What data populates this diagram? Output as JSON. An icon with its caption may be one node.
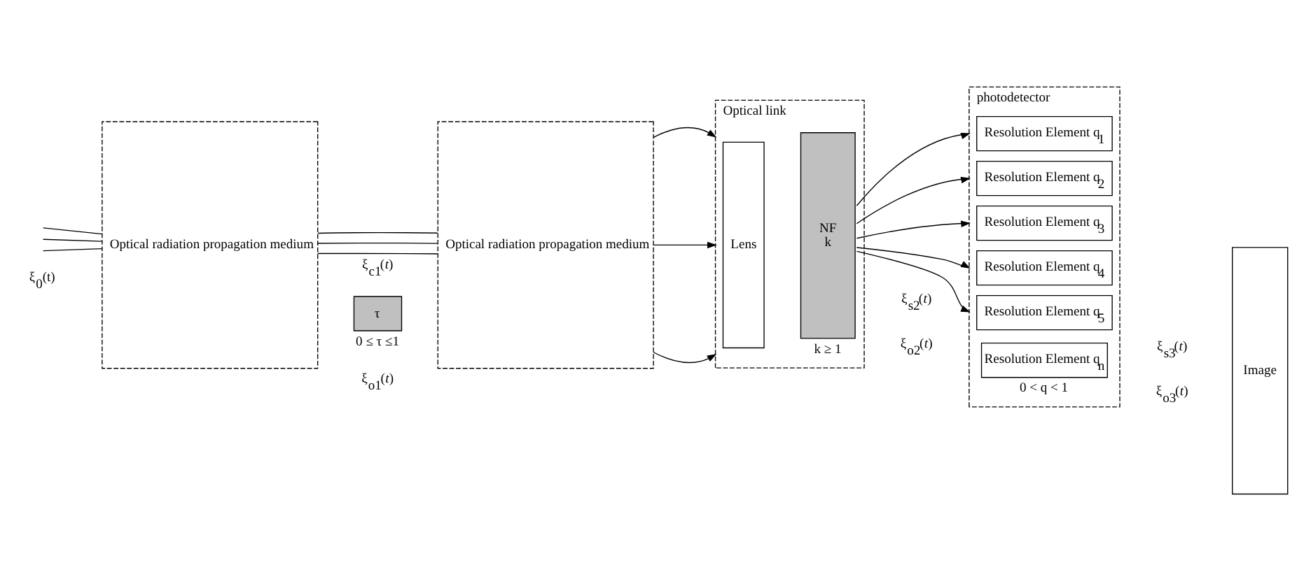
{
  "diagram": {
    "nodes": [
      {
        "text": [
          "Optical radiation propagation medium"
        ]
      },
      {
        "text": [
          "τ"
        ],
        "beside": [
          "0 ≤ τ ≤1"
        ]
      },
      {
        "text": [
          "Optical radiation propagation medium"
        ]
      },
      {
        "text": [
          "Optical link"
        ]
      },
      {
        "text": [
          "Lens"
        ],
        "in": 3
      },
      {
        "text": [
          "NF",
          "k"
        ],
        "in": 3,
        "beside": [
          "k ≥ 1"
        ]
      },
      {
        "text": [
          "photodetector"
        ]
      },
      {
        "text": [
          "Resolution Element q$_{1}$"
        ],
        "in": 6
      },
      {
        "text": [
          "Resolution Element q$_{2}$"
        ],
        "in": 6
      },
      {
        "text": [
          "Resolution Element q$_{3}$"
        ],
        "in": 6
      },
      {
        "text": [
          "Resolution Element q$_{4}$"
        ],
        "in": 6
      },
      {
        "text": [
          "Resolution Element q$_{5}$"
        ],
        "in": 6
      },
      {
        "text": [
          "Resolution Element q$_{n}$"
        ],
        "in": 6,
        "beside": [
          "0 < q < 1"
        ]
      },
      {
        "text": [
          "Image"
        ]
      }
    ],
    "edges": [
      {
        "from": null,
        "to": 0,
        "arrow": "none"
      },
      {
        "from": null,
        "to": 0,
        "arrow": "none"
      },
      {
        "from": null,
        "to": 0,
        "arrow": "none"
      },
      {
        "from": 0,
        "to": 2,
        "arrow": "none"
      },
      {
        "from": 0,
        "to": 2,
        "arrow": "none"
      },
      {
        "from": 0,
        "to": 2,
        "arrow": "none"
      },
      {
        "from": 2,
        "to": 3,
        "arrow": "to"
      },
      {
        "from": 2,
        "to": 3,
        "arrow": "to"
      },
      {
        "from": 2,
        "to": 3,
        "arrow": "to"
      },
      {
        "from": 5,
        "to": 6,
        "arrow": "to"
      },
      {
        "from": 5,
        "to": 6,
        "arrow": "to"
      },
      {
        "from": 5,
        "to": 6,
        "arrow": "to"
      },
      {
        "from": 5,
        "to": 6,
        "arrow": "to"
      },
      {
        "from": 5,
        "to": 6,
        "arrow": "to"
      }
    ],
    "labels": [
      "ξ$_{0}$(t)",
      "ξ$_{c1}$(*t*)",
      "ξ$_{o1}$(*t*)",
      "ξ$_{s2}$(*t*)",
      "ξ$_{o2}$(*t*)",
      "ξ$_{s3}$(*t*)",
      "ξ$_{o3}$(*t*)"
    ]
  }
}
